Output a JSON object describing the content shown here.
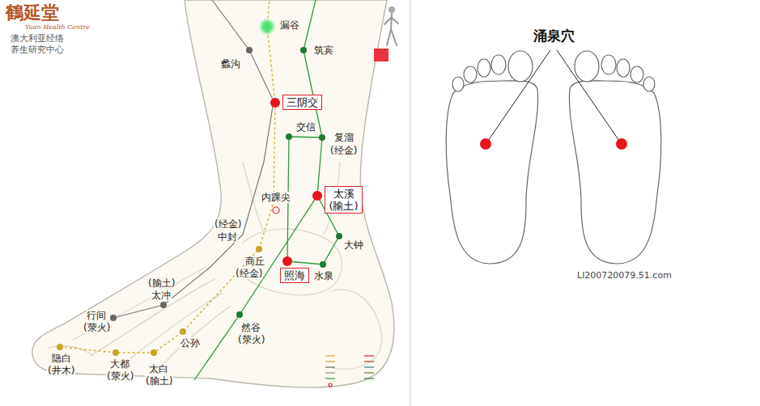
{
  "diagram": {
    "nodes": [
      {
        "text": [
          "三阴交"
        ]
      },
      {
        "text": [
          "太溪",
          "(腧土)"
        ]
      },
      {
        "text": [
          "照海"
        ]
      }
    ],
    "labels": [
      "鶴延堂",
      "Yuan Health Centre",
      "澳大利亚经络",
      "养生研究中心",
      "漏谷",
      "筑宾",
      "蠡沟",
      "交信",
      "复溜",
      "(经金)",
      "内踝尖",
      "大钟",
      "(经金)",
      "中封",
      "商丘",
      "(经金)",
      "水泉",
      "(腧土)",
      "太冲",
      "行间",
      "(荥火)",
      "公孙",
      "然谷",
      "(荥火)",
      "隐白",
      "(井木)",
      "大都",
      "(荥火)",
      "太白",
      "(腧土)",
      "涌泉穴",
      "LI200720079.51.com"
    ]
  }
}
